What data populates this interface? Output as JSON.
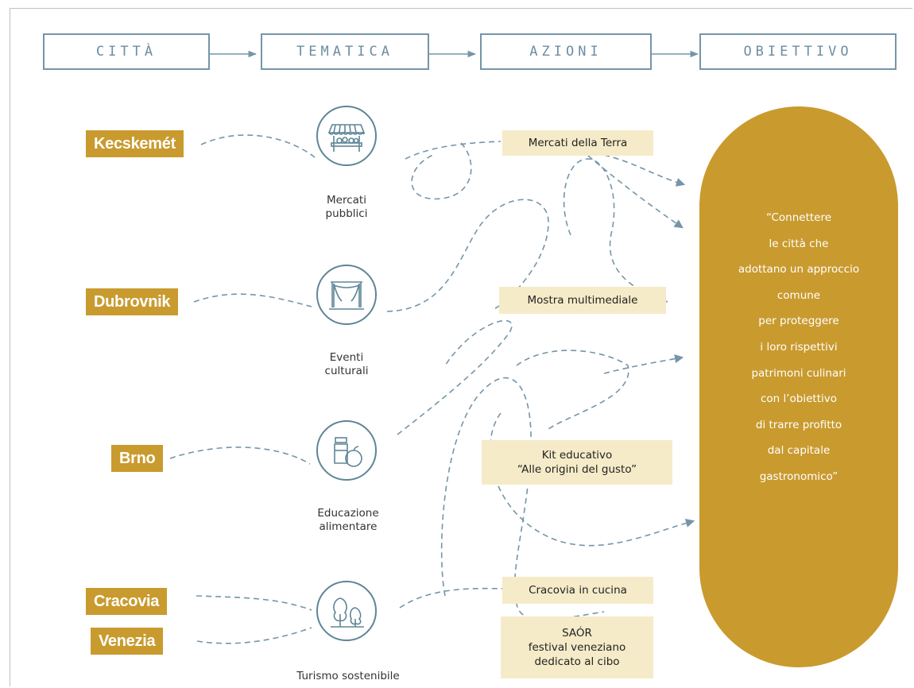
{
  "headers": {
    "citta": "CITTÀ",
    "tematica": "TEMATICA",
    "azioni": "AZIONI",
    "obiettivo": "OBIETTIVO"
  },
  "cities": {
    "kecskemet": "Kecskemét",
    "dubrovnik": "Dubrovnik",
    "brno": "Brno",
    "cracovia": "Cracovia",
    "venezia": "Venezia"
  },
  "themes": {
    "mercati": [
      "Mercati",
      "pubblici"
    ],
    "eventi": [
      "Eventi",
      "culturali"
    ],
    "educazione": [
      "Educazione",
      "alimentare"
    ],
    "turismo": [
      "Turismo sostenibile"
    ]
  },
  "actions": {
    "mercati_terra": "Mercati della Terra",
    "mostra": "Mostra multimediale",
    "kit": [
      "Kit educativo",
      "“Alle origini del gusto”"
    ],
    "cracovia_cucina": "Cracovia in cucina",
    "saor": [
      "SAÓR",
      "festival veneziano",
      "dedicato al cibo"
    ]
  },
  "objective": [
    "“Connettere",
    "le città che",
    "adottano un approccio",
    "comune",
    "per proteggere",
    "i loro rispettivi",
    "patrimoni culinari",
    "con l’obiettivo",
    "di trarre profitto",
    "dal capitale",
    "gastronomico”"
  ],
  "colors": {
    "gold": "#c99a2e",
    "action_bg": "#f5ebc8",
    "stroke": "#7595a8"
  },
  "icons": {
    "mercati": "market-stall-icon",
    "eventi": "theater-curtain-icon",
    "educazione": "food-jar-apple-icon",
    "turismo": "trees-icon"
  }
}
